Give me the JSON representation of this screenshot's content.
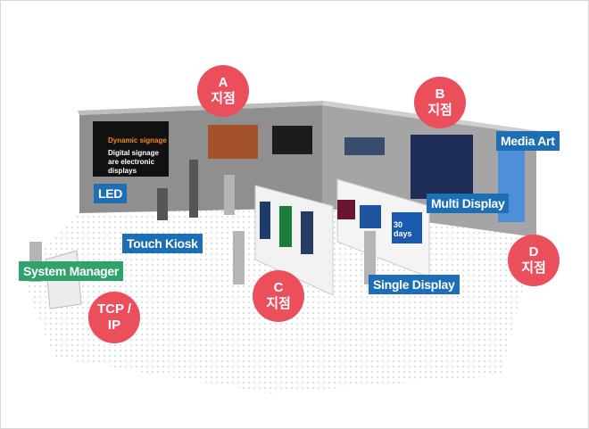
{
  "pins": {
    "a": {
      "letter": "A",
      "text": "지점"
    },
    "b": {
      "letter": "B",
      "text": "지점"
    },
    "c": {
      "letter": "C",
      "text": "지점"
    },
    "d": {
      "letter": "D",
      "text": "지점"
    },
    "tcp": {
      "line1": "TCP /",
      "line2": "IP"
    }
  },
  "tags": {
    "led": "LED",
    "touch_kiosk": "Touch Kiosk",
    "system_manager": "System Manager",
    "multi_display": "Multi Display",
    "media_art": "Media Art",
    "single_display": "Single Display"
  },
  "screen": {
    "title": "Dynamic signage",
    "body": "Digital signage are electronic displays",
    "promo": "30 days"
  },
  "colors": {
    "pin": "#ea4f5b",
    "tag_blue": "#1e6eb5",
    "tag_green": "#2fa36b"
  }
}
